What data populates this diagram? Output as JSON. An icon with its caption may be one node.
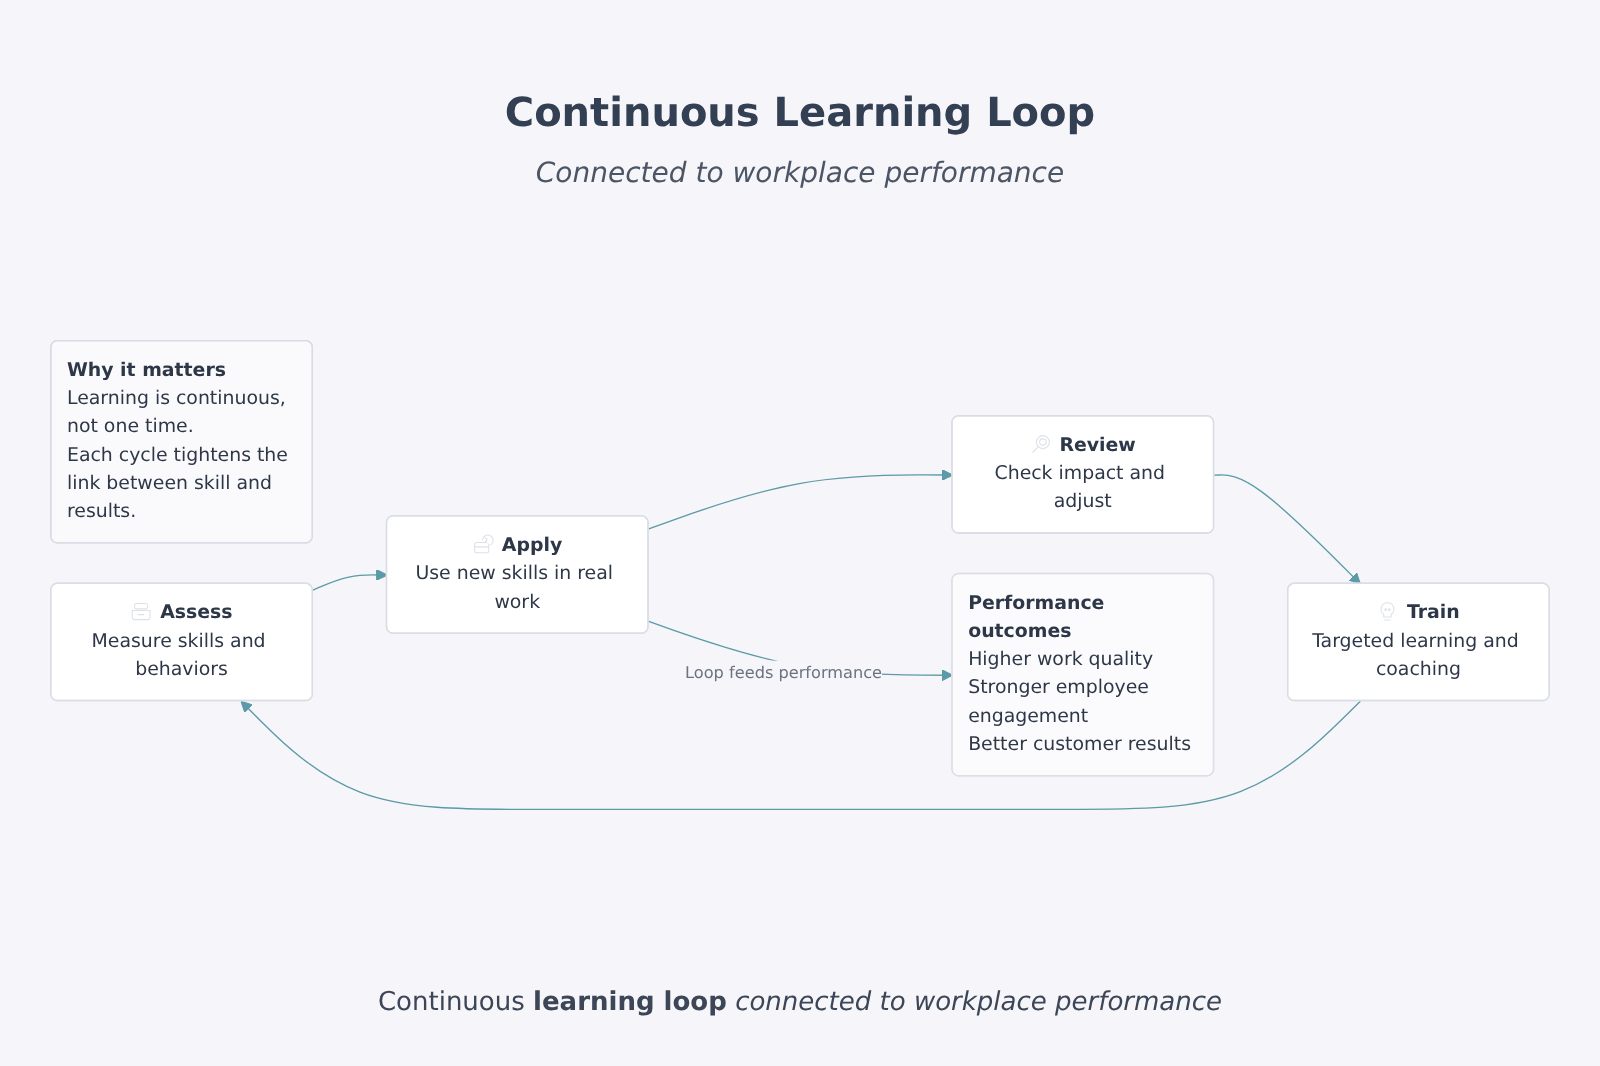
{
  "diagram": {
    "title": "Continuous Learning Loop",
    "caption": "Continuous **learning loop** *connected to workplace performance*",
    "nodes": [
      {
        "text": [
          "Assess",
          "Measure skills and behaviors"
        ]
      },
      {
        "text": [
          "Train",
          "Targeted learning and coaching"
        ]
      },
      {
        "text": [
          "Apply",
          "Use new skills in real work"
        ]
      },
      {
        "text": [
          "Review",
          "Check impact and adjust"
        ]
      },
      {
        "text": [
          "Performance outcomes",
          "Higher work quality",
          "Stronger employee engagement",
          "Better customer results"
        ]
      },
      {
        "text": [
          "Why it matters",
          "Learning is continuous, not one time.",
          "Each cycle tightens the link between skill and results."
        ]
      }
    ],
    "edges": [
      {
        "from": 1,
        "to": 0,
        "arrow": "to"
      },
      {
        "from": 0,
        "to": 2,
        "arrow": "to"
      },
      {
        "from": 2,
        "to": 3,
        "arrow": "to"
      },
      {
        "from": 3,
        "to": 1,
        "arrow": "to"
      },
      {
        "from": 2,
        "to": 4,
        "arrow": "to",
        "label": "Loop feeds performance"
      }
    ],
    "labels": [
      "Connected to workplace performance"
    ]
  }
}
